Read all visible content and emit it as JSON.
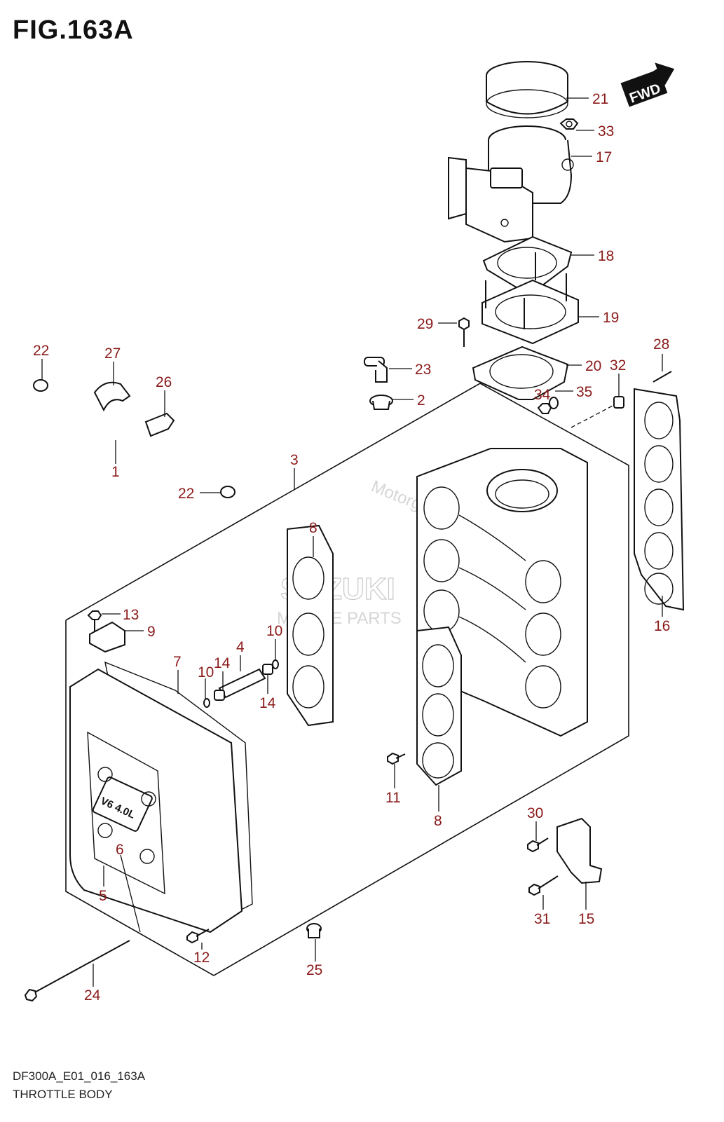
{
  "figure": {
    "title": "FIG.163A",
    "code": "DF300A_E01_016_163A",
    "name": "THROTTLE BODY"
  },
  "direction_badge": "FWD",
  "watermark": {
    "brand": "SUZUKI",
    "line2": "MARINE PARTS",
    "corner": "Motorgrow.com"
  },
  "callouts": [
    {
      "id": "c21",
      "label": "21"
    },
    {
      "id": "c33",
      "label": "33"
    },
    {
      "id": "c17",
      "label": "17"
    },
    {
      "id": "c18",
      "label": "18"
    },
    {
      "id": "c19",
      "label": "19"
    },
    {
      "id": "c29",
      "label": "29"
    },
    {
      "id": "c20",
      "label": "20"
    },
    {
      "id": "c23",
      "label": "23"
    },
    {
      "id": "c2",
      "label": "2"
    },
    {
      "id": "c34",
      "label": "34"
    },
    {
      "id": "c35",
      "label": "35"
    },
    {
      "id": "c28",
      "label": "28"
    },
    {
      "id": "c32",
      "label": "32"
    },
    {
      "id": "c22a",
      "label": "22"
    },
    {
      "id": "c27",
      "label": "27"
    },
    {
      "id": "c26",
      "label": "26"
    },
    {
      "id": "c1",
      "label": "1"
    },
    {
      "id": "c22b",
      "label": "22"
    },
    {
      "id": "c3",
      "label": "3"
    },
    {
      "id": "c8a",
      "label": "8"
    },
    {
      "id": "c16",
      "label": "16"
    },
    {
      "id": "c13",
      "label": "13"
    },
    {
      "id": "c9",
      "label": "9"
    },
    {
      "id": "c10a",
      "label": "10"
    },
    {
      "id": "c4",
      "label": "4"
    },
    {
      "id": "c7",
      "label": "7"
    },
    {
      "id": "c14a",
      "label": "14"
    },
    {
      "id": "c10b",
      "label": "10"
    },
    {
      "id": "c14b",
      "label": "14"
    },
    {
      "id": "c11",
      "label": "11"
    },
    {
      "id": "c8b",
      "label": "8"
    },
    {
      "id": "c6",
      "label": "6"
    },
    {
      "id": "c5",
      "label": "5"
    },
    {
      "id": "c30",
      "label": "30"
    },
    {
      "id": "c31",
      "label": "31"
    },
    {
      "id": "c15",
      "label": "15"
    },
    {
      "id": "c12",
      "label": "12"
    },
    {
      "id": "c25",
      "label": "25"
    },
    {
      "id": "c24",
      "label": "24"
    }
  ],
  "cover_badge": "V6 4.0L"
}
